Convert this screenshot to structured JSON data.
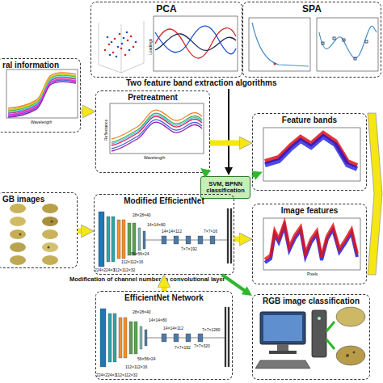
{
  "diagram": {
    "nodes": [
      {
        "text": [
          "PCA"
        ]
      },
      {
        "text": [
          "SPA"
        ]
      },
      {
        "text": [
          "ral information"
        ]
      },
      {
        "text": [
          "Pretreatment"
        ]
      },
      {
        "text": [
          "Feature bands"
        ]
      },
      {
        "text": [
          "SVM, BPNN classification"
        ]
      },
      {
        "text": [
          "GB images"
        ]
      },
      {
        "text": [
          "Modified EfficientNet"
        ]
      },
      {
        "text": [
          "Image features"
        ]
      },
      {
        "text": [
          "EfficientNet Network"
        ]
      },
      {
        "text": [
          "RGB image classification"
        ]
      }
    ],
    "edges": [
      {
        "from": 2,
        "to": 3,
        "arrow": "to"
      },
      {
        "from": 3,
        "to": 4,
        "arrow": "to"
      },
      {
        "from": 3,
        "to": 5,
        "arrow": "to"
      },
      {
        "from": 4,
        "to": 5,
        "arrow": "to"
      },
      {
        "from": 6,
        "to": 7,
        "arrow": "to"
      },
      {
        "from": 7,
        "to": 8,
        "arrow": "to"
      },
      {
        "from": 9,
        "to": 7,
        "arrow": "to"
      },
      {
        "from": 7,
        "to": 10,
        "arrow": "to"
      }
    ],
    "labels": [
      "Two feature band extraction algorithms",
      "Modification of channel number in convolutional layer",
      "224×224×3",
      "112×112×32",
      "112×112×16",
      "56×56×24",
      "28×28×40",
      "14×14×80",
      "14×14×112",
      "7×7×192",
      "7×7×16",
      "224×224×3",
      "112×112×32",
      "112×112×16",
      "56×56×24",
      "28×28×40",
      "14×14×80",
      "14×14×112",
      "7×7×192",
      "7×7×320",
      "7×7×1280",
      "Wavelength",
      "Wavelength",
      "Reflectance",
      "Loadings",
      "Pixels"
    ]
  }
}
